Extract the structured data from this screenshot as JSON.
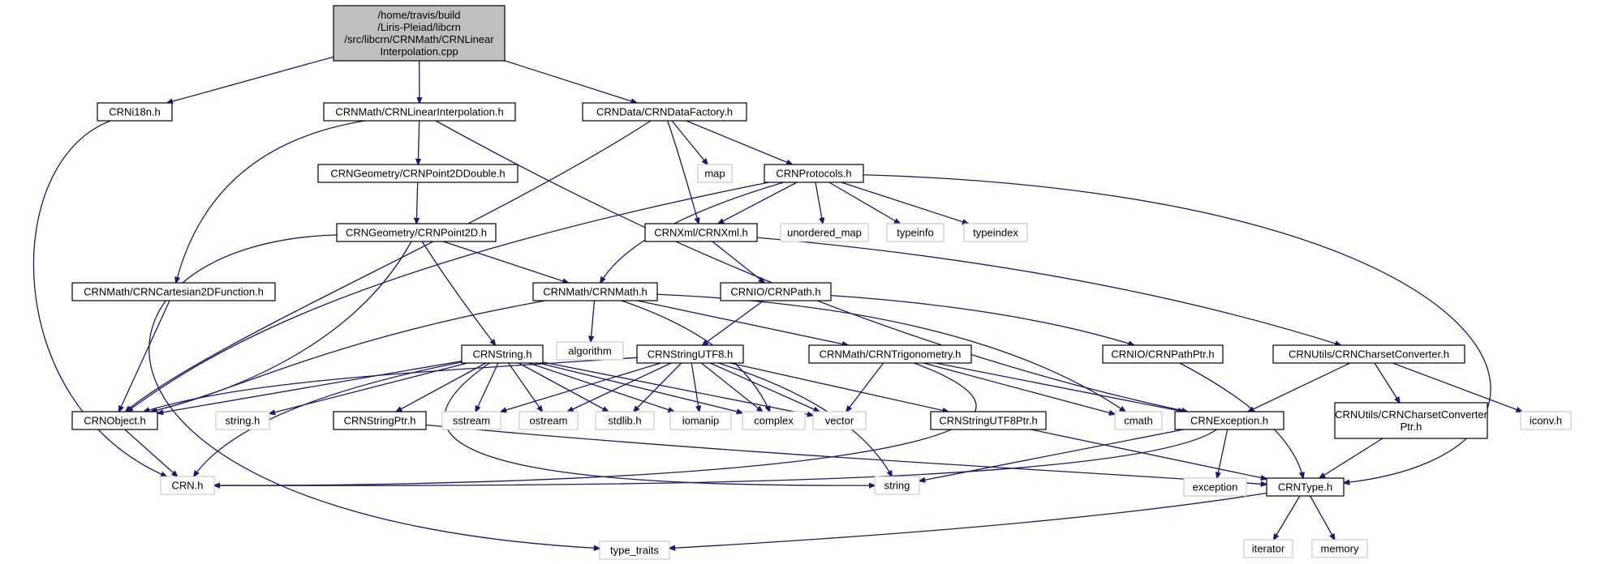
{
  "graph": {
    "nodes": {
      "root": "/home/travis/build\n/Liris-Pleiad/libcrn\n/src/libcrn/CRNMath/CRNLinear\nInterpolation.cpp",
      "i18n": "CRNi18n.h",
      "linterp": "CRNMath/CRNLinearInterpolation.h",
      "datafactory": "CRNData/CRNDataFactory.h",
      "map": "map",
      "protocols": "CRNProtocols.h",
      "p2dd": "CRNGeometry/CRNPoint2DDouble.h",
      "unordered_map": "unordered_map",
      "typeinfo": "typeinfo",
      "typeindex": "typeindex",
      "p2d": "CRNGeometry/CRNPoint2D.h",
      "xml": "CRNXml/CRNXml.h",
      "cart2d": "CRNMath/CRNCartesian2DFunction.h",
      "crnmath": "CRNMath/CRNMath.h",
      "path": "CRNIO/CRNPath.h",
      "algorithm": "algorithm",
      "crnstring": "CRNString.h",
      "utf8": "CRNStringUTF8.h",
      "trig": "CRNMath/CRNTrigonometry.h",
      "pathptr": "CRNIO/CRNPathPtr.h",
      "charset": "CRNUtils/CRNCharsetConverter.h",
      "object": "CRNObject.h",
      "string_h": "string.h",
      "stringptr": "CRNStringPtr.h",
      "sstream": "sstream",
      "ostream": "ostream",
      "stdlib": "stdlib.h",
      "iomanip": "iomanip",
      "complex": "complex",
      "vector": "vector",
      "utf8ptr": "CRNStringUTF8Ptr.h",
      "cmath": "cmath",
      "exception_h": "CRNException.h",
      "charsetptr": "CRNUtils/CRNCharsetConverter\nPtr.h",
      "iconv": "iconv.h",
      "crn": "CRN.h",
      "string": "string",
      "exception": "exception",
      "type": "CRNType.h",
      "type_traits": "type_traits",
      "iterator": "iterator",
      "memory": "memory"
    }
  }
}
